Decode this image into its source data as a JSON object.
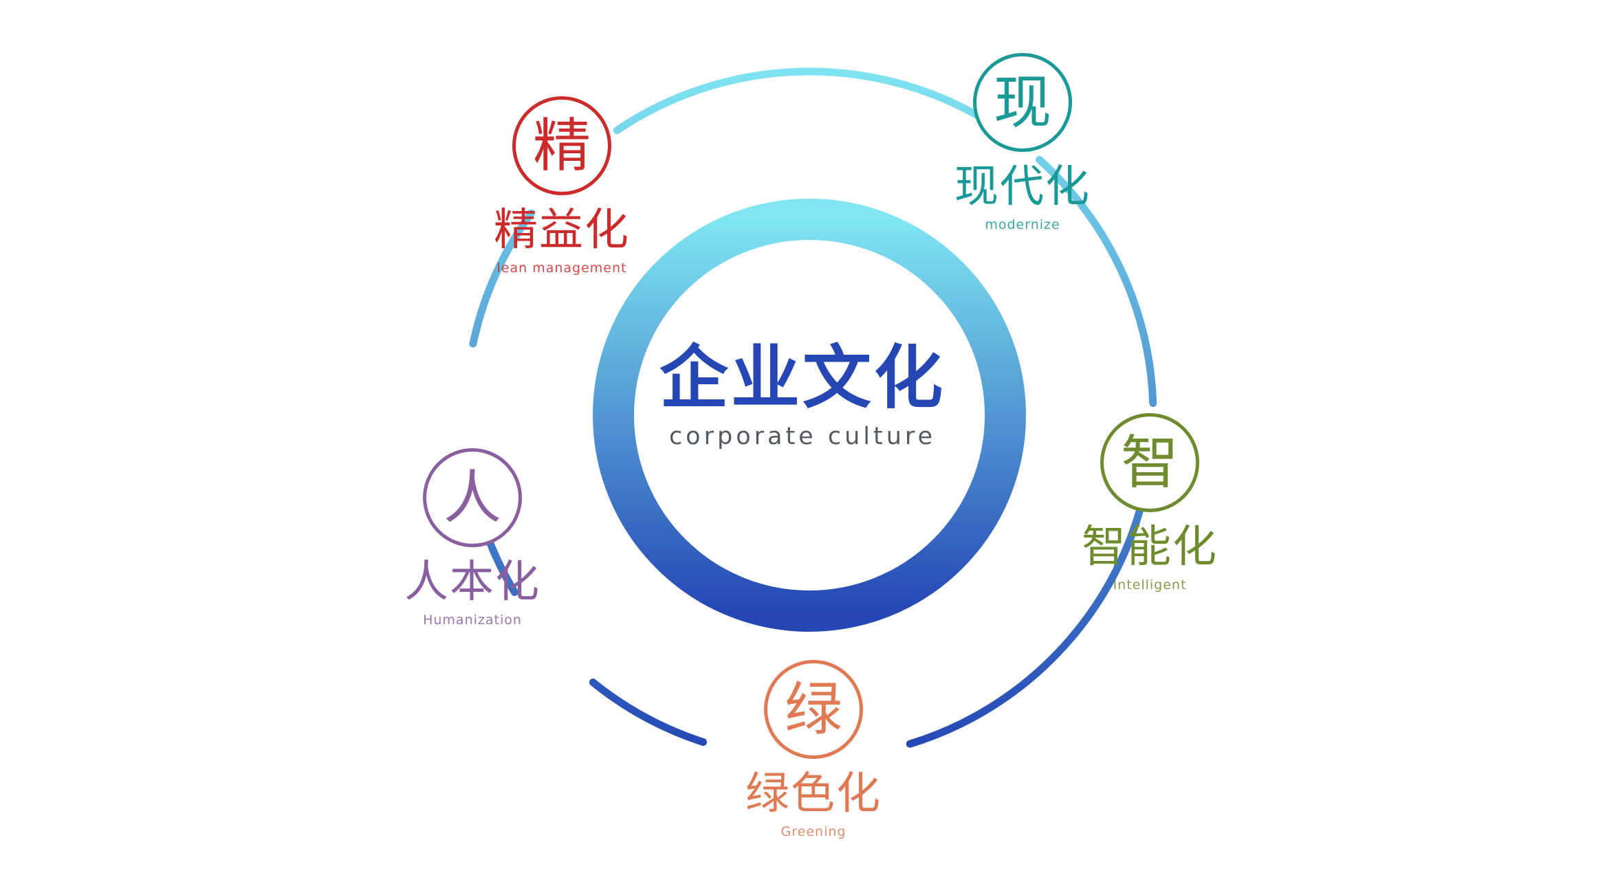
{
  "center": {
    "title": "企业文化",
    "subtitle": "corporate culture"
  },
  "colors": {
    "ring_top": "#7fe6f2",
    "ring_bottom": "#2447b4",
    "center_title": "#2447b4",
    "lean": "#cc2b2b",
    "modern": "#1a9a97",
    "intelligent": "#6e8b2e",
    "green": "#e07a55",
    "human": "#8a5fa0"
  },
  "nodes": [
    {
      "id": "lean",
      "glyph": "精",
      "title": "精益化",
      "subtitle": "lean management",
      "color": "#cc2b2b"
    },
    {
      "id": "modern",
      "glyph": "现",
      "title": "现代化",
      "subtitle": "modernize",
      "color": "#1a9a97"
    },
    {
      "id": "intelligent",
      "glyph": "智",
      "title": "智能化",
      "subtitle": "Intelligent",
      "color": "#6e8b2e"
    },
    {
      "id": "green",
      "glyph": "绿",
      "title": "绿色化",
      "subtitle": "Greening",
      "color": "#e07a55"
    },
    {
      "id": "human",
      "glyph": "人",
      "title": "人本化",
      "subtitle": "Humanization",
      "color": "#8a5fa0"
    }
  ]
}
